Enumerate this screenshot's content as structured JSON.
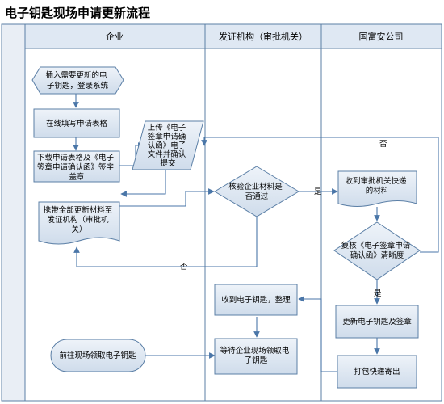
{
  "title": "电子钥匙现场申请更新流程",
  "lanes": [
    {
      "id": "enterprise",
      "label": "企业"
    },
    {
      "id": "issuer",
      "label": "发证机构（审批机关）"
    },
    {
      "id": "guofuan",
      "label": "国富安公司"
    }
  ],
  "nodes": [
    {
      "id": "n1",
      "lines": [
        "插入需要更新的电",
        "子钥匙，登录系统"
      ]
    },
    {
      "id": "n2",
      "lines": [
        "在线填写申请表格"
      ]
    },
    {
      "id": "n3",
      "lines": [
        "下载申请表格及《电子",
        "签章申请确认函》签字",
        "盖章"
      ]
    },
    {
      "id": "n4",
      "lines": [
        "上传《电子",
        "签章申请确",
        "认函》电子",
        "文件并确认",
        "提交"
      ]
    },
    {
      "id": "n5",
      "lines": [
        "携带全部更新材料至",
        "发证机构（审批机",
        "关）"
      ]
    },
    {
      "id": "n6",
      "lines": [
        "核验企业材料是",
        "否通过"
      ]
    },
    {
      "id": "n7",
      "lines": [
        "收到审批机关快递",
        "的材料"
      ]
    },
    {
      "id": "n8",
      "lines": [
        "复核《电子签章申请",
        "确认函》清晰度"
      ]
    },
    {
      "id": "n9",
      "lines": [
        "收到电子钥匙，整理"
      ]
    },
    {
      "id": "n10",
      "lines": [
        "更新电子钥匙及签章"
      ]
    },
    {
      "id": "n11",
      "lines": [
        "前往现场领取电子钥匙"
      ]
    },
    {
      "id": "n12",
      "lines": [
        "等待企业现场领取电",
        "子钥匙"
      ]
    },
    {
      "id": "n13",
      "lines": [
        "打包快递寄出"
      ]
    }
  ],
  "edge_labels": {
    "yes1": "是",
    "no1": "否",
    "no2": "否",
    "yes2": "是"
  },
  "colors": {
    "border": "#5b7fa6",
    "node_fill": "#dce6f2",
    "node_fill_light": "#eaf0f7",
    "arrow": "#4a76a8",
    "lane_head_bg": "#dfe8f3"
  }
}
